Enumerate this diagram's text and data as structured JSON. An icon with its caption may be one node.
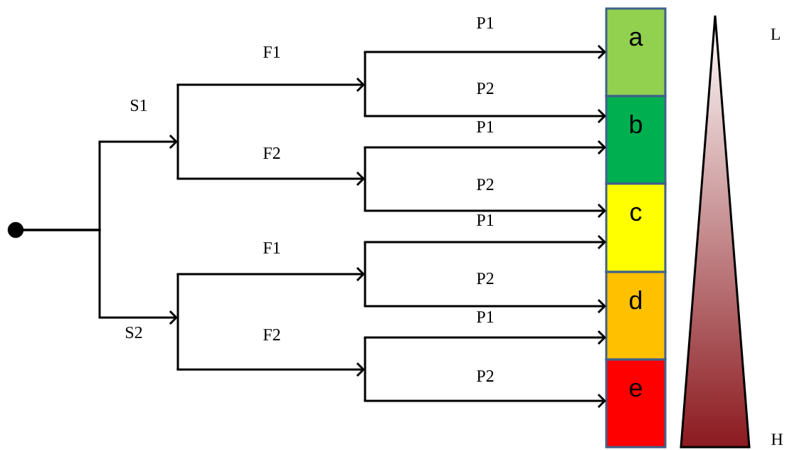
{
  "diagram": {
    "nodes": [
      {
        "text": [],
        "shape": "circle"
      },
      {
        "text": [],
        "shape": "bar"
      },
      {
        "text": [],
        "shape": "bar"
      },
      {
        "text": [],
        "shape": "bar"
      },
      {
        "text": [],
        "shape": "bar"
      },
      {
        "text": [],
        "shape": "bar"
      },
      {
        "text": [],
        "shape": "bar"
      },
      {
        "text": [
          "a"
        ]
      },
      {
        "text": [
          "b"
        ]
      },
      {
        "text": [
          "c"
        ]
      },
      {
        "text": [
          "d"
        ]
      },
      {
        "text": [
          "e"
        ]
      }
    ],
    "edges": [
      {
        "from": 0,
        "to": 1,
        "arrow": "to",
        "label": "S1"
      },
      {
        "from": 0,
        "to": 2,
        "arrow": "to",
        "label": "S2"
      },
      {
        "from": 1,
        "to": 3,
        "arrow": "to",
        "label": "F1"
      },
      {
        "from": 1,
        "to": 4,
        "arrow": "to",
        "label": "F2"
      },
      {
        "from": 2,
        "to": 5,
        "arrow": "to",
        "label": "F1"
      },
      {
        "from": 2,
        "to": 6,
        "arrow": "to",
        "label": "F2"
      },
      {
        "from": 3,
        "to": 7,
        "arrow": "to",
        "label": "P1"
      },
      {
        "from": 3,
        "to": 8,
        "arrow": "to",
        "label": "P2"
      },
      {
        "from": 4,
        "to": 8,
        "arrow": "to",
        "label": "P1"
      },
      {
        "from": 4,
        "to": 9,
        "arrow": "to",
        "label": "P2"
      },
      {
        "from": 5,
        "to": 9,
        "arrow": "to",
        "label": "P1"
      },
      {
        "from": 5,
        "to": 10,
        "arrow": "to",
        "label": "P2"
      },
      {
        "from": 6,
        "to": 10,
        "arrow": "to",
        "label": "P1"
      },
      {
        "from": 6,
        "to": 11,
        "arrow": "to",
        "label": "P2"
      }
    ],
    "labels": [
      "L",
      "H"
    ]
  }
}
